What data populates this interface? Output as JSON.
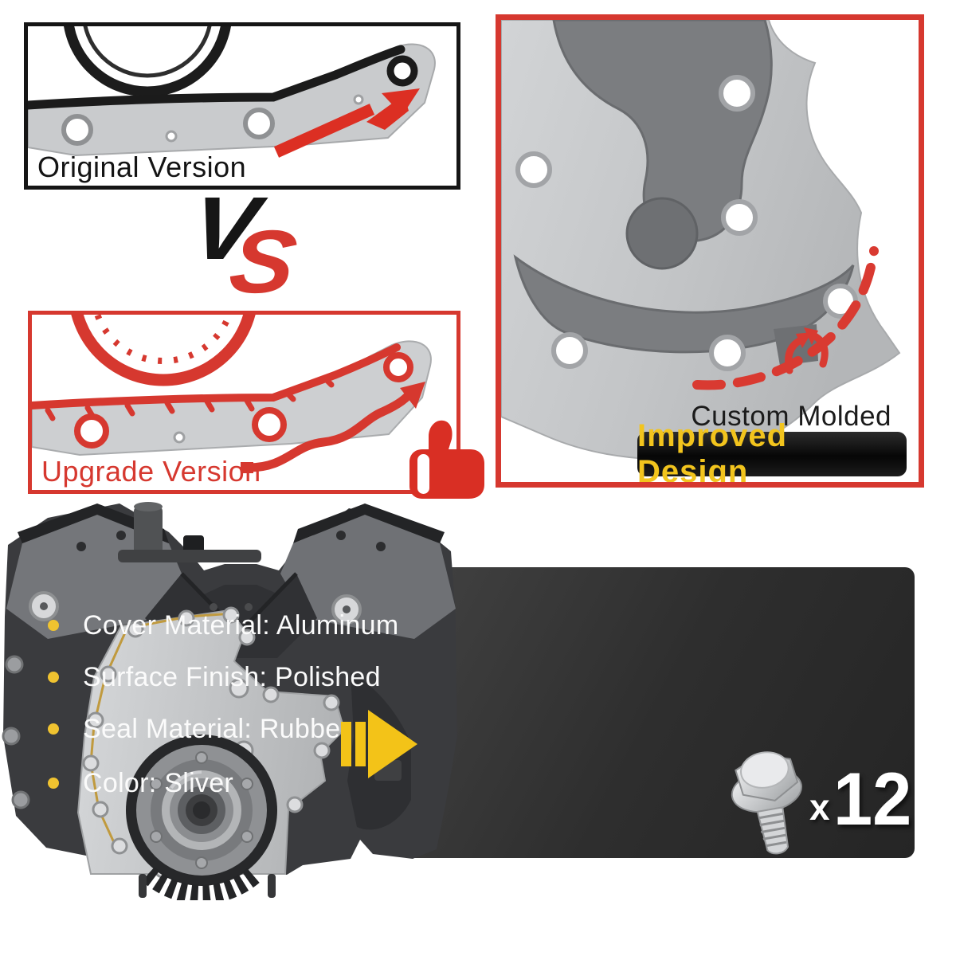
{
  "comparison": {
    "original": {
      "label": "Original Version"
    },
    "versus": {
      "v": "V",
      "s": "S"
    },
    "upgrade": {
      "label": "Upgrade Version"
    },
    "icons": {
      "original_arrow": "red-arrow-icon",
      "upgrade_arrow": "curved-red-arrow-icon",
      "thumbs_up": "thumbs-up-icon"
    }
  },
  "improved": {
    "caption": "Custom Molded",
    "badge": "Improved Design",
    "icons": {
      "dashed_outline": "dashed-outline-icon"
    }
  },
  "features": {
    "items": [
      "Cover Material: Aluminum",
      "Surface Finish: Polished",
      "Seal Material: Rubber",
      "Color: Sliver"
    ],
    "bullet_icon": "bullet-dot-icon",
    "arrow_icon": "fast-forward-arrow-icon"
  },
  "hardware": {
    "icon": "bolt-icon",
    "multiplier": "x",
    "count": "12"
  },
  "colors": {
    "red": "#d6382f",
    "bright_red": "#dc2f23",
    "yellow": "#f3c318",
    "badge_yellow": "#f2c41d",
    "panel_dark": "#2e2e2e",
    "black": "#151515",
    "white": "#ffffff"
  }
}
